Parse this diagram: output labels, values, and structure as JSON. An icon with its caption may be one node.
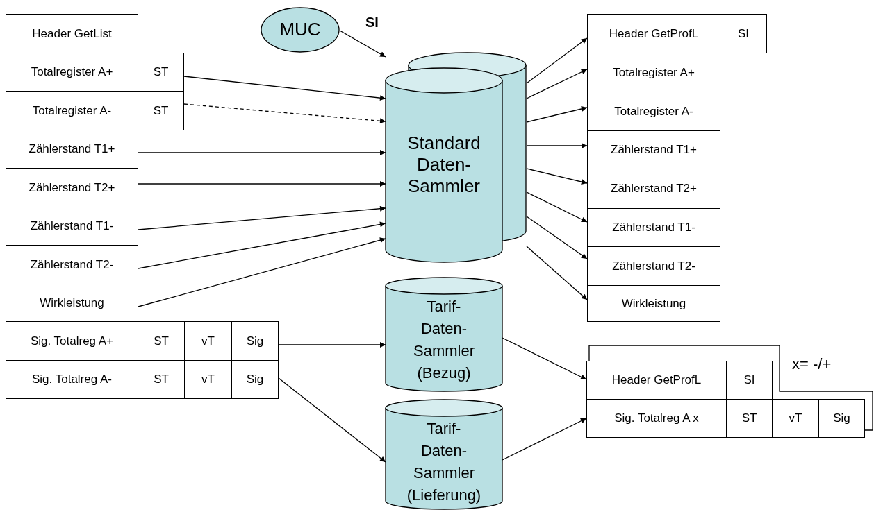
{
  "diagram": {
    "nodes": [
      {
        "text": [
          "Header GetList"
        ]
      },
      {
        "text": [
          "Totalregister A+"
        ]
      },
      {
        "text": [
          "ST"
        ]
      },
      {
        "text": [
          "Totalregister A-"
        ]
      },
      {
        "text": [
          "ST"
        ]
      },
      {
        "text": [
          "Zählerstand T1+"
        ]
      },
      {
        "text": [
          "Zählerstand T2+"
        ]
      },
      {
        "text": [
          "Zählerstand T1-"
        ]
      },
      {
        "text": [
          "Zählerstand T2-"
        ]
      },
      {
        "text": [
          "Wirkleistung"
        ]
      },
      {
        "text": [
          "Sig. Totalreg A+"
        ]
      },
      {
        "text": [
          "ST"
        ]
      },
      {
        "text": [
          "vT"
        ]
      },
      {
        "text": [
          "Sig"
        ]
      },
      {
        "text": [
          "Sig. Totalreg A-"
        ]
      },
      {
        "text": [
          "ST"
        ]
      },
      {
        "text": [
          "vT"
        ]
      },
      {
        "text": [
          "Sig"
        ]
      },
      {
        "text": [
          "MUC"
        ]
      },
      {
        "text": [
          "Standard Daten-Sammler"
        ]
      },
      {
        "text": [
          "Tarif-Daten-Sammler (Bezug)"
        ]
      },
      {
        "text": [
          "Tarif-Daten-Sammler (Lieferung)"
        ]
      },
      {
        "text": [
          "Header GetProfL"
        ]
      },
      {
        "text": [
          "SI"
        ]
      },
      {
        "text": [
          "Totalregister A+"
        ]
      },
      {
        "text": [
          "Totalregister A-"
        ]
      },
      {
        "text": [
          "Zählerstand T1+"
        ]
      },
      {
        "text": [
          "Zählerstand T2+"
        ]
      },
      {
        "text": [
          "Zählerstand T1-"
        ]
      },
      {
        "text": [
          "Zählerstand T2-"
        ]
      },
      {
        "text": [
          "Wirkleistung"
        ]
      },
      {
        "text": [
          "Header GetProfL"
        ]
      },
      {
        "text": [
          "SI"
        ]
      },
      {
        "text": [
          "Sig. Totalreg A x"
        ]
      },
      {
        "text": [
          "ST"
        ]
      },
      {
        "text": [
          "vT"
        ]
      },
      {
        "text": [
          "Sig"
        ]
      }
    ],
    "edges": [
      {
        "from": 18,
        "to": 19,
        "arrow": "to",
        "label": "SI"
      },
      {
        "from": 2,
        "to": 19,
        "arrow": "to"
      },
      {
        "from": 4,
        "to": 19,
        "arrow": "to",
        "style": "dashed"
      },
      {
        "from": 5,
        "to": 19,
        "arrow": "to"
      },
      {
        "from": 6,
        "to": 19,
        "arrow": "to"
      },
      {
        "from": 7,
        "to": 19,
        "arrow": "to"
      },
      {
        "from": 8,
        "to": 19,
        "arrow": "to"
      },
      {
        "from": 9,
        "to": 19,
        "arrow": "to"
      },
      {
        "from": 19,
        "to": 22,
        "arrow": "to"
      },
      {
        "from": 19,
        "to": 24,
        "arrow": "to"
      },
      {
        "from": 19,
        "to": 25,
        "arrow": "to"
      },
      {
        "from": 19,
        "to": 26,
        "arrow": "to"
      },
      {
        "from": 19,
        "to": 27,
        "arrow": "to"
      },
      {
        "from": 19,
        "to": 28,
        "arrow": "to"
      },
      {
        "from": 19,
        "to": 29,
        "arrow": "to"
      },
      {
        "from": 19,
        "to": 30,
        "arrow": "to"
      },
      {
        "from": 13,
        "to": 20,
        "arrow": "to"
      },
      {
        "from": 17,
        "to": 21,
        "arrow": "to"
      },
      {
        "from": 20,
        "to": 31,
        "arrow": "to"
      },
      {
        "from": 21,
        "to": 33,
        "arrow": "to"
      }
    ],
    "labels": [
      "x= -/+"
    ]
  }
}
